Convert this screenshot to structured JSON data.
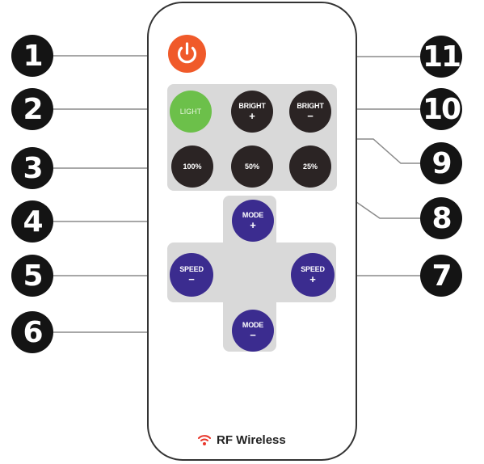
{
  "buttons": {
    "light": "LIGHT",
    "bright_plus": {
      "line1": "BRIGHT",
      "line2": "+"
    },
    "bright_minus": {
      "line1": "BRIGHT",
      "line2": "−"
    },
    "b100": "100%",
    "b50": "50%",
    "b25": "25%",
    "mode_plus": {
      "line1": "MODE",
      "line2": "+"
    },
    "mode_minus": {
      "line1": "MODE",
      "line2": "−"
    },
    "speed_minus": {
      "line1": "SPEED",
      "line2": "−"
    },
    "speed_plus": {
      "line1": "SPEED",
      "line2": "+"
    }
  },
  "callouts": [
    "1",
    "2",
    "3",
    "4",
    "5",
    "6",
    "7",
    "8",
    "9",
    "10",
    "11"
  ],
  "footer": {
    "brand": "RF Wireless"
  },
  "colors": {
    "power": "#f05a2a",
    "light": "#6cc04a",
    "dark_button": "#2b2424",
    "purple_button": "#3b2c8f",
    "panel": "#d9d9d9",
    "wifi_icon": "#e8362a"
  }
}
